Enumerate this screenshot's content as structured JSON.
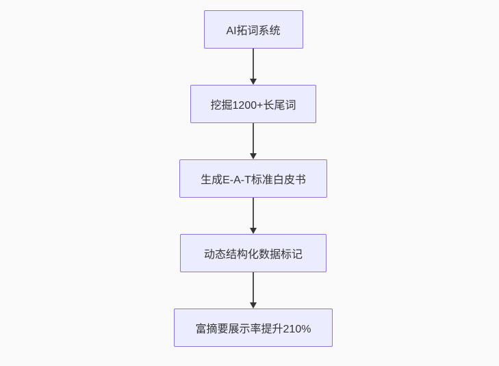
{
  "flowchart": {
    "type": "vertical-flow",
    "colors": {
      "background": "#fafafa",
      "node_fill": "#ececff",
      "node_border": "#9370db",
      "node_text": "#333333",
      "arrow": "#333333"
    },
    "nodes": [
      {
        "label": "AI拓词系统"
      },
      {
        "label": "挖掘1200+长尾词"
      },
      {
        "label": "生成E-A-T标准白皮书"
      },
      {
        "label": "动态结构化数据标记"
      },
      {
        "label": "富摘要展示率提升210%"
      }
    ]
  }
}
